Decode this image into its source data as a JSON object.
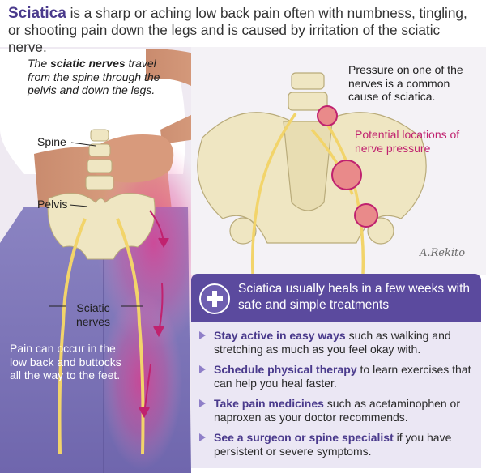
{
  "title": {
    "keyword": "Sciatica",
    "rest": "is a sharp or aching low back pain often with numbness, tingling, or shooting pain down the legs and is caused by irritation of the sciatic nerve."
  },
  "intro": {
    "pre": "The",
    "bold": "sciatic nerves",
    "post": "travel from the spine through the pelvis and down the legs."
  },
  "labels": {
    "spine": "Spine",
    "pelvis": "Pelvis",
    "sciatic_line1": "Sciatic",
    "sciatic_line2": "nerves"
  },
  "pain_note": "Pain can occur in the low back and buttocks all the way to the feet.",
  "pressure_note": "Pressure on one of the nerves is a common cause of sciatica.",
  "potential_note": "Potential locations of nerve pressure",
  "signature": "A.Rekito",
  "banner": {
    "icon": "plus-circle-icon",
    "text": "Sciatica usually heals in a few weeks with safe and simple treatments"
  },
  "treatments": [
    {
      "bold": "Stay active in easy ways",
      "rest": "such as walking and stretching as much as you feel okay with."
    },
    {
      "bold": "Schedule physical therapy",
      "rest": "to learn exercises that can help you heal faster."
    },
    {
      "bold": "Take pain medicines",
      "rest": "such as acetaminophen or naproxen as your doctor recommends."
    },
    {
      "bold": "See a surgeon or spine specialist",
      "rest": "if you have persistent or severe symptoms."
    }
  ],
  "colors": {
    "brand_purple": "#5b4a9e",
    "accent_magenta": "#c0226f",
    "nerve_yellow": "#f2d46a",
    "bone": "#efe6c2",
    "box_bg": "#ebe7f4"
  }
}
